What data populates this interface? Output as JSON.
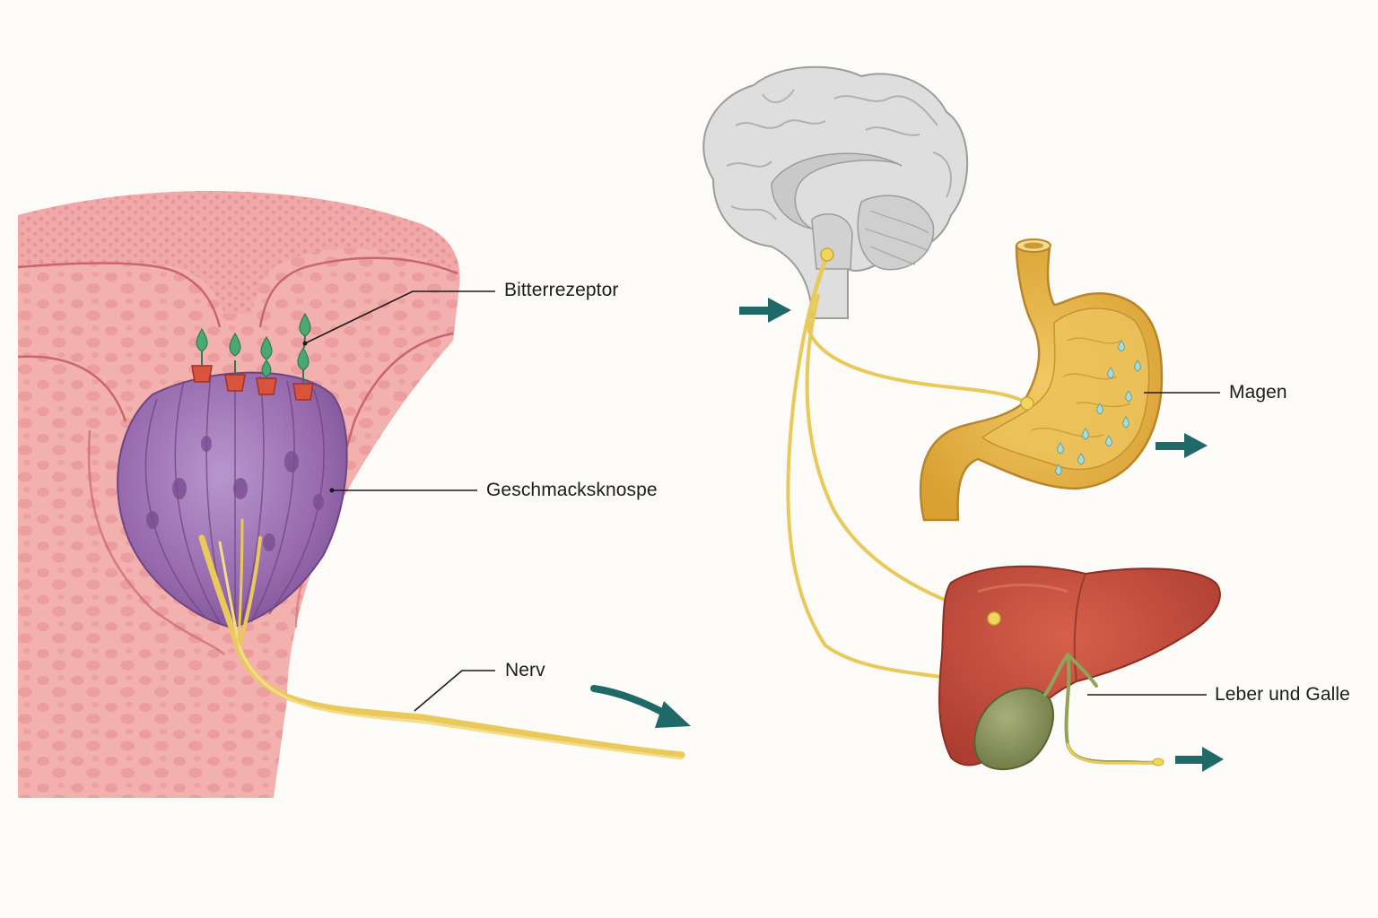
{
  "labels": {
    "bitter_receptor": "Bitterrezeptor",
    "taste_bud": "Geschmacksknospe",
    "nerve": "Nerv",
    "stomach": "Magen",
    "liver_gallbladder": "Leber und Galle"
  },
  "colors": {
    "background": "#fcfbf8",
    "tongue_tissue": "#efa3a2",
    "taste_bud": "#9a70b0",
    "receptor_cup": "#d9533f",
    "receptor_tip": "#3f9a6a",
    "nerve": "#ecd16a",
    "brain": "#dcdcdc",
    "stomach": "#e8b84a",
    "liver": "#c6503f",
    "gallbladder": "#8c9660",
    "arrow": "#1f6a68"
  },
  "icons": [
    "signal-arrow-icon",
    "droplet-icon",
    "nerve-node-icon"
  ]
}
